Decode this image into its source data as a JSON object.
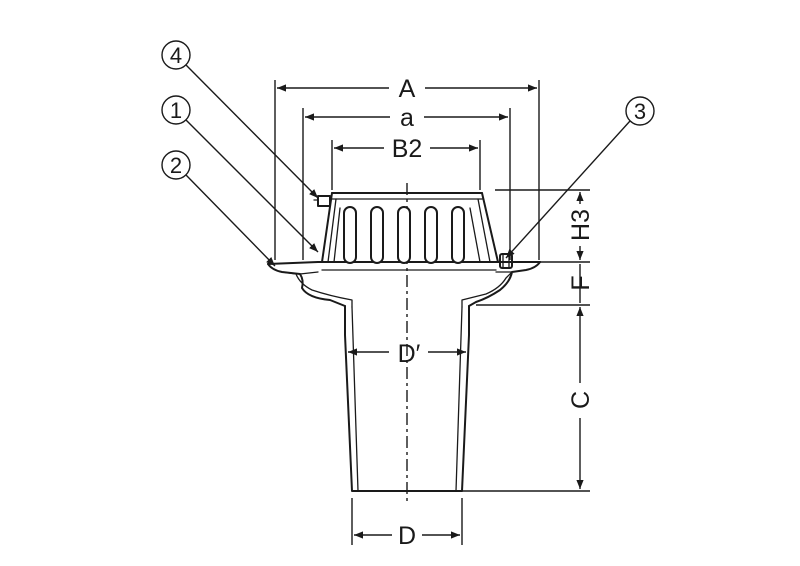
{
  "callouts": {
    "c1": "1",
    "c2": "2",
    "c3": "3",
    "c4": "4"
  },
  "dimensions": {
    "A": "A",
    "a": "a",
    "B2": "B2",
    "H3": "H3",
    "F": "F",
    "C": "C",
    "D_prime": "D′",
    "D": "D"
  }
}
